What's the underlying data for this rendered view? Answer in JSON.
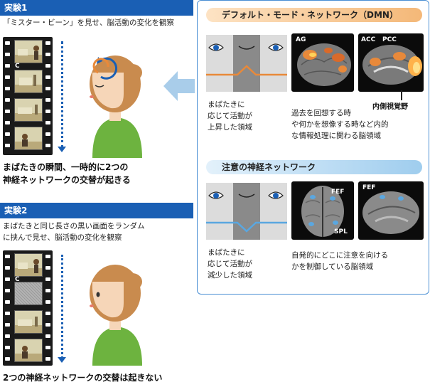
{
  "experiment1": {
    "label": "実験1",
    "description": "「ミスター・ビーン」を見せ、脳活動の変化を観察",
    "result_line1": "まばたきの瞬間、一時的に2つの",
    "result_line2": "神経ネットワークの交替が起きる",
    "film_label": "C"
  },
  "experiment2": {
    "label": "実験2",
    "description_line1": "まばたきと同じ長さの黒い画面をランダム",
    "description_line2": "に挟んで見せ、脳活動の変化を観察",
    "result": "2つの神経ネットワークの交替は起きない",
    "film_label": "C"
  },
  "dmn": {
    "title": "デフォルト・モード・ネットワーク（DMN）",
    "eye_caption_line1": "まばたきに",
    "eye_caption_line2": "応じて活動が",
    "eye_caption_line3": "上昇した領域",
    "brain_caption_line1": "過去を回想する時",
    "brain_caption_line2": "や何かを想像する時など内的",
    "brain_caption_line3": "な情報処理に関わる脳領域",
    "tag_ag": "AG",
    "tag_acc": "ACC",
    "tag_pcc": "PCC",
    "tag_visual": "内側視覚野",
    "accent": "#f5c590"
  },
  "attention": {
    "title": "注意の神経ネットワーク",
    "eye_caption_line1": "まばたきに",
    "eye_caption_line2": "応じて活動が",
    "eye_caption_line3": "減少した領域",
    "brain_caption_line1": "自発的にどこに注意を向ける",
    "brain_caption_line2": "かを制御している脳領域",
    "tag_fef1": "FEF",
    "tag_spl": "SPL",
    "tag_fef2": "FEF",
    "accent": "#a9d2f2"
  },
  "colors": {
    "primary_blue": "#1a5fb4",
    "panel_border": "#4a8fd4",
    "dmn_line": "#e8893a",
    "attention_line": "#5aa7e0",
    "skin": "#f6d6b8",
    "hair": "#c98b4e",
    "shirt": "#6db33f"
  }
}
